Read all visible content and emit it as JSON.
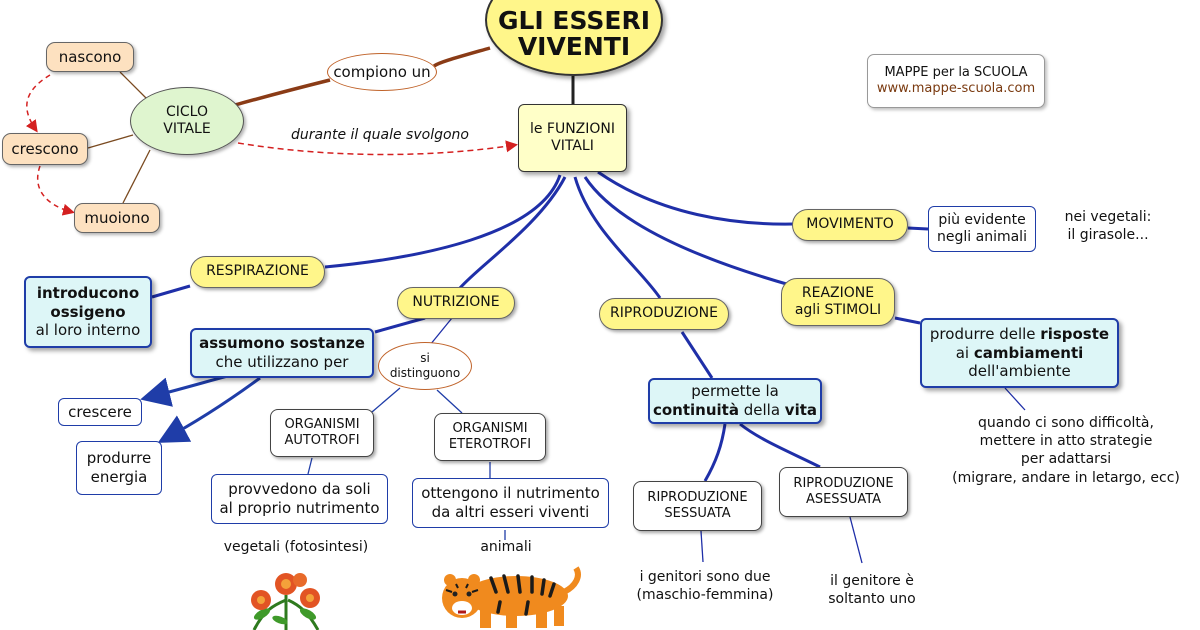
{
  "title": {
    "line1": "GLI ESSERI",
    "line2": "VIVENTI"
  },
  "credit": {
    "line1": "MAPPE per la SCUOLA",
    "line2": "www.mappe-scuola.com"
  },
  "ciclo": {
    "node": {
      "line1": "CICLO",
      "line2": "VITALE"
    },
    "link_compiono": "compiono un",
    "link_durante": "durante il quale svolgono",
    "nascono": "nascono",
    "crescono": "crescono",
    "muoiono": "muoiono"
  },
  "funzioni": {
    "line1": "le FUNZIONI",
    "line2": "VITALI"
  },
  "movimento": {
    "label": "MOVIMENTO",
    "desc": {
      "line1": "più evidente",
      "line2": "negli animali"
    },
    "note": {
      "line1": "nei vegetali:",
      "line2": "il girasole..."
    }
  },
  "respirazione": {
    "label": "RESPIRAZIONE",
    "desc": {
      "bold1": "introducono",
      "bold2": "ossigeno",
      "line3": "al loro interno"
    }
  },
  "nutrizione": {
    "label": "NUTRIZIONE",
    "assumono": {
      "bold": "assumono sostanze",
      "line2": "che utilizzano per"
    },
    "crescere": "crescere",
    "energia": {
      "line1": "produrre",
      "line2": "energia"
    },
    "distinguono": {
      "line1": "si",
      "line2": "distinguono"
    },
    "autotrofi": {
      "label": {
        "line1": "ORGANISMI",
        "line2": "AUTOTROFI"
      },
      "desc": {
        "line1": "provvedono da soli",
        "line2": "al proprio nutrimento"
      },
      "example": "vegetali (fotosintesi)"
    },
    "eterotrofi": {
      "label": {
        "line1": "ORGANISMI",
        "line2": "ETEROTROFI"
      },
      "desc": {
        "line1": "ottengono il nutrimento",
        "line2": "da altri esseri viventi"
      },
      "example": "animali"
    }
  },
  "riproduzione": {
    "label": "RIPRODUZIONE",
    "permette": {
      "line1": "permette la",
      "bold_a": "continuità",
      "mid": " della ",
      "bold_b": "vita"
    },
    "sessuata": {
      "label": {
        "line1": "RIPRODUZIONE",
        "line2": "SESSUATA"
      },
      "note": {
        "line1": "i genitori sono due",
        "line2": "(maschio-femmina)"
      }
    },
    "asessuata": {
      "label": {
        "line1": "RIPRODUZIONE",
        "line2": "ASESSUATA"
      },
      "note": {
        "line1": "il genitore è",
        "line2": "soltanto uno"
      }
    }
  },
  "reazione": {
    "label": {
      "line1": "REAZIONE",
      "line2": "agli STIMOLI"
    },
    "desc": {
      "pre": "produrre delle ",
      "bold1": "risposte",
      "pre2": "ai ",
      "bold2": "cambiamenti",
      "line3": "dell'ambiente"
    },
    "note": {
      "line1": "quando ci sono difficoltà,",
      "line2": "mettere in atto strategie",
      "line3": "per adattarsi",
      "line4": "(migrare, andare in letargo, ecc)"
    }
  },
  "colors": {
    "title_fill": "#fff68a",
    "pill_fill": "#fff68a",
    "peach_fill": "#fde1c0",
    "blue_border": "#1f3da8",
    "brown_line": "#8a3b16",
    "red_dashed": "#d42020"
  },
  "icons": [
    "flower-illustration",
    "tiger-illustration"
  ]
}
